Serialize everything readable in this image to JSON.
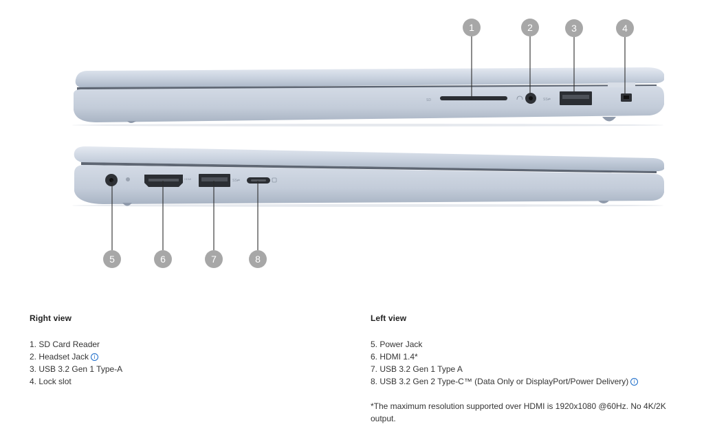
{
  "callouts": {
    "c1": "1",
    "c2": "2",
    "c3": "3",
    "c4": "4",
    "c5": "5",
    "c6": "6",
    "c7": "7",
    "c8": "8"
  },
  "right_view": {
    "title": "Right view",
    "items": [
      {
        "label": "1. SD Card Reader",
        "info": false
      },
      {
        "label": "2. Headset Jack",
        "info": true
      },
      {
        "label": "3. USB 3.2 Gen 1 Type-A",
        "info": false
      },
      {
        "label": "4. Lock slot",
        "info": false
      }
    ]
  },
  "left_view": {
    "title": "Left view",
    "items": [
      {
        "label": "5. Power Jack",
        "info": false
      },
      {
        "label": "6. HDMI 1.4*",
        "info": false
      },
      {
        "label": "7. USB 3.2 Gen 1 Type A",
        "info": false
      },
      {
        "label": "8. USB 3.2 Gen 2 Type-C™ (Data Only or DisplayPort/Power Delivery)",
        "info": true
      }
    ],
    "note": "*The maximum resolution supported over HDMI is 1920x1080 @60Hz. No 4K/2K output."
  },
  "info_icon_glyph": "i",
  "colors": {
    "callout_circle": "#a7a7a7",
    "chassis": "#c5cfdc",
    "info_link": "#1769c8"
  },
  "icons": [
    "info-icon"
  ]
}
